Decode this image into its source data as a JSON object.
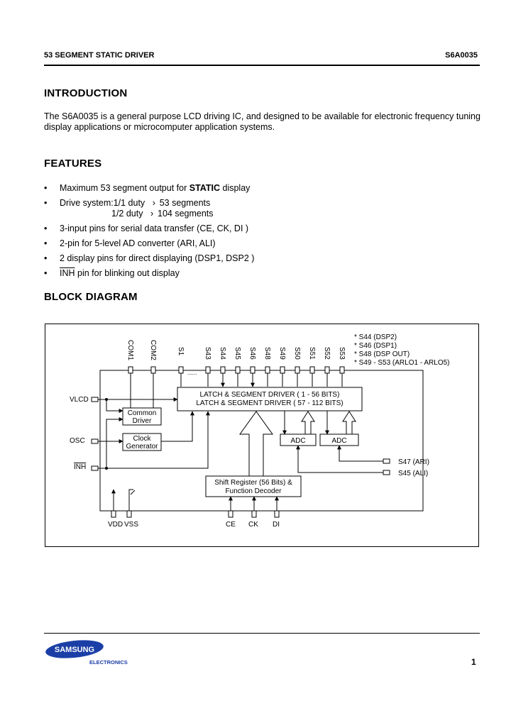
{
  "header": {
    "left": "53 SEGMENT STATIC DRIVER",
    "right": "S6A0035"
  },
  "intro": {
    "heading": "INTRODUCTION",
    "text": "The S6A0035 is a general purpose LCD driving IC,  and designed to be available for electronic frequency tuning display applications or microcomputer application systems."
  },
  "features": {
    "heading": "FEATURES",
    "item1_pre": "Maximum 53 segment output for ",
    "item1_bold": "STATIC",
    "item1_post": " display",
    "item2_label": "Drive system:",
    "item2_duty1": "1/1 duty",
    "item2_seg1": "53 segments",
    "item2_duty2": "1/2 duty",
    "item2_seg2": "104 segments",
    "item3": "3-input pins for serial data transfer (CE, CK, DI )",
    "item4": "2-pin for 5-level AD converter (ARI, ALI)",
    "item5": "2 display pins for direct displaying (DSP1, DSP2 )",
    "item6_over": "INH",
    "item6_post": " pin for blinking out display"
  },
  "block": {
    "heading": "BLOCK DIAGRAM",
    "notes": [
      "* S44 (DSP2)",
      "* S46 (DSP1)",
      "* S48 (DSP OUT)",
      "* S49 - S53 (ARLO1 - ARLO5)"
    ],
    "top_pins": [
      "COM1",
      "COM2",
      "S1",
      "S43",
      "S44",
      "S45",
      "S46",
      "S48",
      "S49",
      "S50",
      "S51",
      "S52",
      "S53"
    ],
    "dots": "......",
    "latch1": "LATCH & SEGMENT DRIVER ( 1 - 56 BITS)",
    "latch2": "LATCH & SEGMENT DRIVER ( 57 - 112 BITS)",
    "common1": "Common",
    "common2": "Driver",
    "clock1": "Clock",
    "clock2": "Generator",
    "adc": "ADC",
    "shift1": "Shift Register (56 Bits) &",
    "shift2": "Function Decoder",
    "vlcd": "VLCD",
    "osc": "OSC",
    "inh": "INH",
    "s47": "S47 (ARI)",
    "s45": "S45 (ALI)",
    "vdd": "VDD",
    "vss": "VSS",
    "ce": "CE",
    "ck": "CK",
    "di": "DI"
  },
  "footer": {
    "logo_main": "SAMSUNG",
    "logo_sub": "ELECTRONICS",
    "page": "1"
  },
  "colors": {
    "logo_blue": "#1b3fa6",
    "ink": "#000000"
  }
}
